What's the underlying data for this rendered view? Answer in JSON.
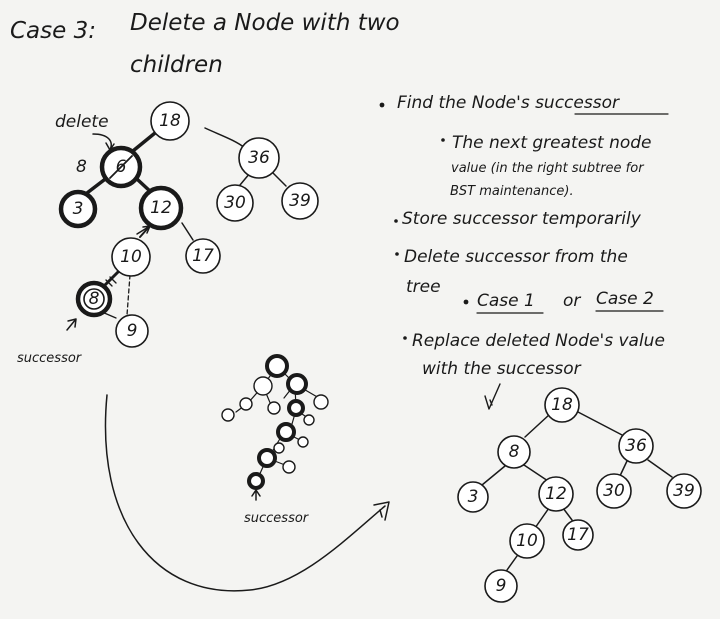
{
  "title": {
    "case_label": "Case 3:",
    "line1": "Delete a Node with two",
    "line2": "children"
  },
  "annotations": {
    "delete": "delete",
    "new_value": "8",
    "successor_left": "successor",
    "successor_middle": "successor"
  },
  "steps": {
    "step1": "Find the Node's successor",
    "step1_underlined": "successor",
    "sub1_line1": "The next greatest node",
    "sub1_line2": "value (in the right subtree for",
    "sub1_line3": "BST maintenance).",
    "step2": "Store successor temporarily",
    "step3_line1": "Delete successor from the",
    "step3_line2": "tree",
    "case1": "Case 1",
    "or": "or",
    "case2": "Case 2",
    "step4_line1": "Replace deleted Node's value",
    "step4_line2": "with the successor"
  },
  "before_tree": {
    "nodes": [
      "18",
      "6",
      "36",
      "3",
      "12",
      "30",
      "39",
      "10",
      "17",
      "8",
      "9"
    ]
  },
  "after_tree": {
    "nodes": [
      "18",
      "8",
      "36",
      "3",
      "12",
      "30",
      "39",
      "10",
      "17",
      "9"
    ]
  }
}
